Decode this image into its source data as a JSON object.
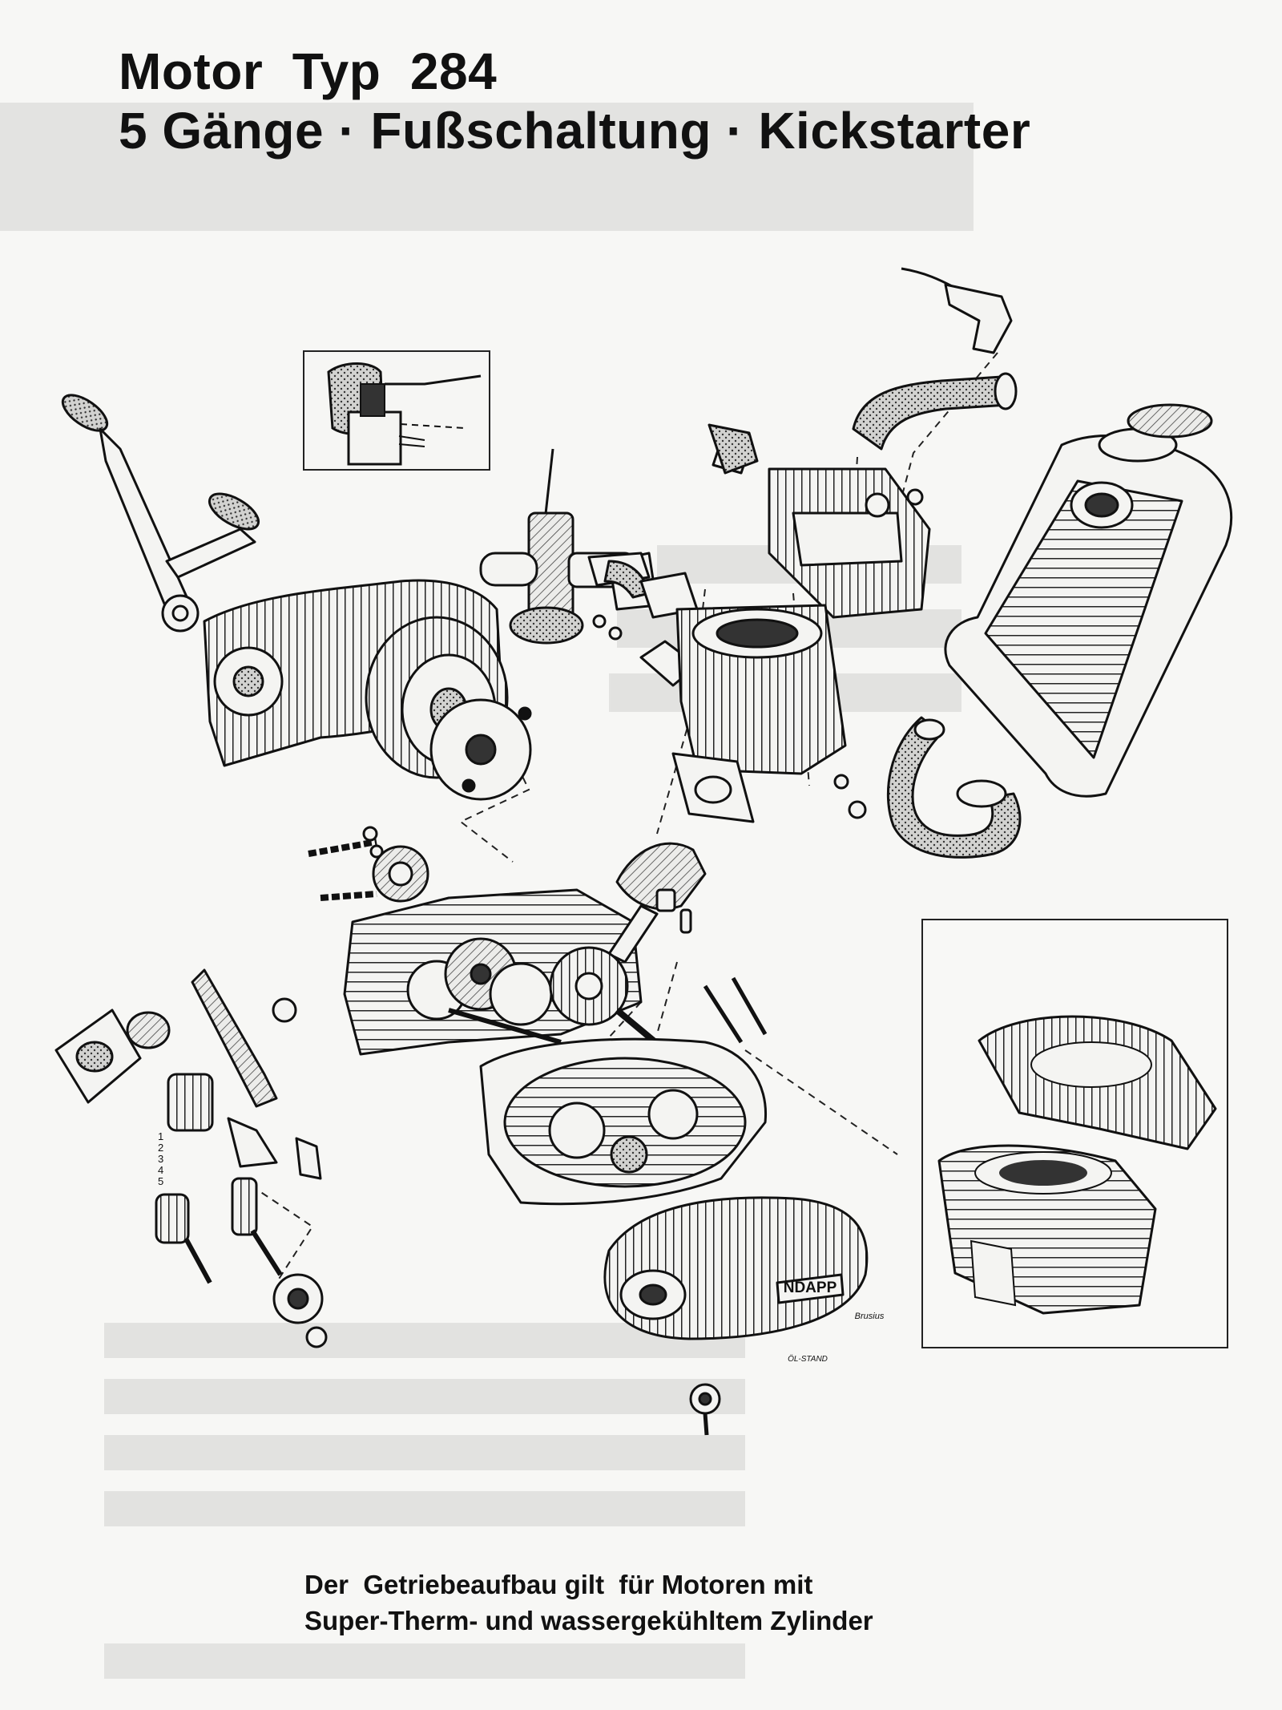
{
  "title": {
    "line1": "Motor  Typ  284",
    "line2": "5 Gänge · Fußschaltung · Kickstarter"
  },
  "caption": {
    "line1": "Der  Getriebeaufbau gilt  für Motoren mit",
    "line2": "Super-Therm- und wassergekühltem Zylinder"
  },
  "logos": {
    "engine_cover": "NDAPP",
    "artist_signature": "Brusius",
    "oil_level_mark": "ÖL-STAND"
  },
  "gear_numbers": [
    "1",
    "2",
    "3",
    "4",
    "5"
  ],
  "colors": {
    "ink": "#111111",
    "paper": "#f7f7f5"
  }
}
